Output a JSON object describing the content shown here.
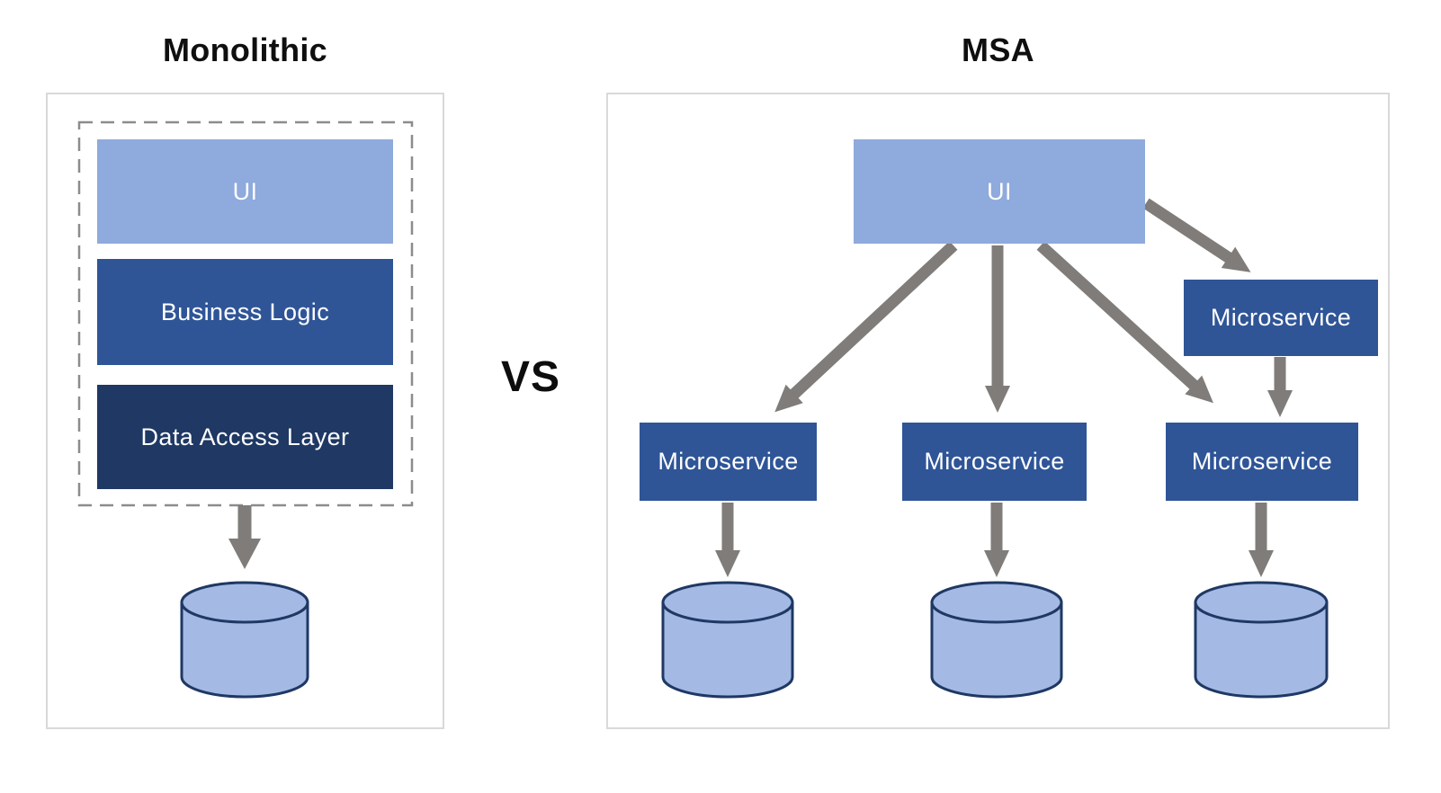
{
  "monolithic": {
    "title": "Monolithic",
    "layers": [
      {
        "label": "UI",
        "color": "#8FAADC"
      },
      {
        "label": "Business Logic",
        "color": "#2F5597"
      },
      {
        "label": "Data Access Layer",
        "color": "#1F3864"
      }
    ],
    "database_icon": "database-cylinder-icon",
    "arrow_icon": "down-arrow-icon"
  },
  "comparison": {
    "vs_label": "VS"
  },
  "msa": {
    "title": "MSA",
    "ui_label": "UI",
    "services": [
      {
        "label": "Microservice",
        "position": "top-right"
      },
      {
        "label": "Microservice",
        "position": "bottom-left"
      },
      {
        "label": "Microservice",
        "position": "bottom-center"
      },
      {
        "label": "Microservice",
        "position": "bottom-right"
      }
    ],
    "database_count": 3
  },
  "colors": {
    "ui_box": "#8FAADC",
    "service_box": "#2F5597",
    "data_access_box": "#1F3864",
    "database_fill": "#A4BAE5",
    "database_stroke": "#1F3864",
    "arrow": "#7F7C79",
    "panel_border": "#D9D9D9",
    "dashed_border": "#8C8C8C",
    "box_text": "#FFFFFF",
    "title_text": "#0F0F0F"
  }
}
